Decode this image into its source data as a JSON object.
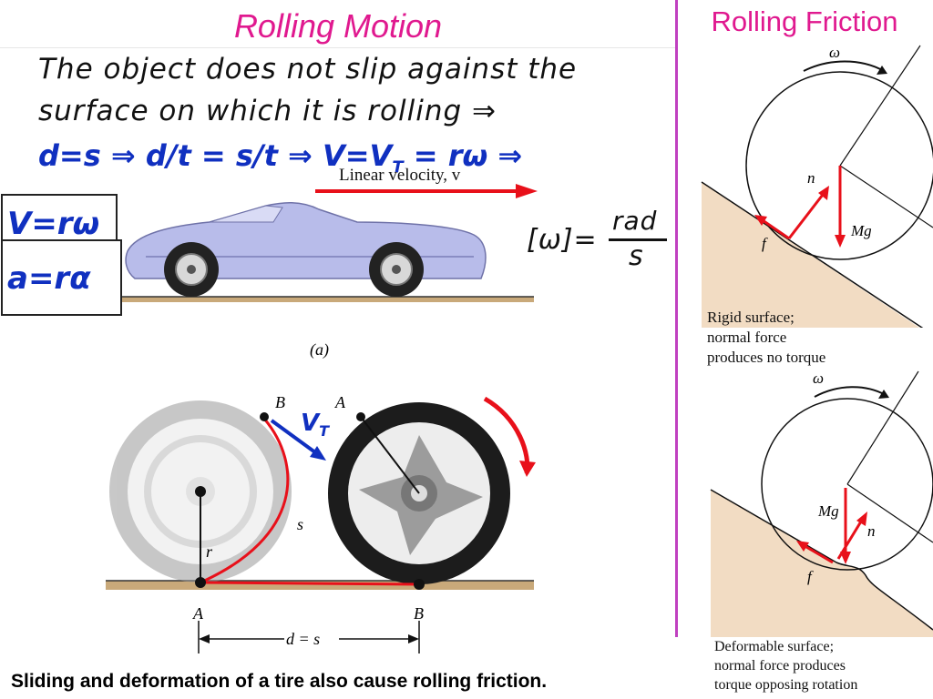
{
  "left_title": "Rolling Motion",
  "right_title": "Rolling Friction",
  "handwriting": {
    "line1": "The object does not slip against the",
    "line2": "surface on which it is rolling ⇒",
    "equation": "d=s ⇒ d/t = s/t ⇒ V=V",
    "equation_sub": "T",
    "equation_tail": "= rω ⇒",
    "box1": "V=rω",
    "box2": "a=rα",
    "omega_units_left": "[ω]=",
    "omega_units_num": "rad",
    "omega_units_den": "s"
  },
  "car_figure": {
    "velocity_label": "Linear velocity, v",
    "sublabel": "(a)"
  },
  "wheel_figure": {
    "label_B_top": "B",
    "label_A_top": "A",
    "label_s": "s",
    "label_r": "r",
    "label_A_bottom": "A",
    "label_B_bottom": "B",
    "distance_label": "d = s",
    "vt_label": "V",
    "vt_sub": "T"
  },
  "rigid_figure": {
    "omega": "ω",
    "n": "n",
    "Mg": "Mg",
    "f": "f",
    "caption": [
      "Rigid surface;",
      "normal force",
      "produces no torque"
    ]
  },
  "deformable_figure": {
    "omega": "ω",
    "n": "n",
    "Mg": "Mg",
    "f": "f",
    "caption": [
      "Deformable surface;",
      "normal force produces",
      "torque opposing rotation"
    ]
  },
  "bottom_text": "Sliding and deformation of a tire also cause rolling friction.",
  "colors": {
    "title": "#e0198f",
    "divider": "#c040c0",
    "handwriting_blue": "#1030c0",
    "force_red": "#e8101a"
  }
}
